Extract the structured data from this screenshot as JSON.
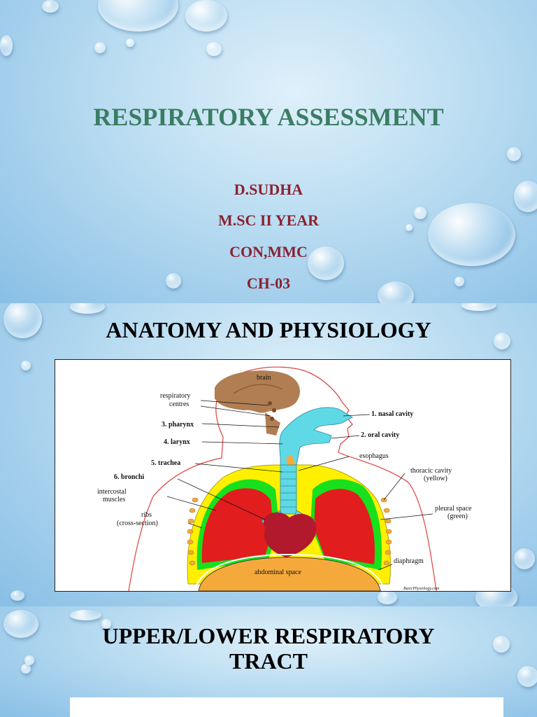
{
  "slide1": {
    "title": "RESPIRATORY ASSESSMENT",
    "lines": [
      "D.SUDHA",
      "M.SC II YEAR",
      "CON,MMC",
      "CH-03"
    ]
  },
  "slide2": {
    "title": "ANATOMY AND PHYSIOLOGY",
    "diagram": {
      "labels": {
        "brain": "brain",
        "respiratory_centres_1": "respiratory",
        "respiratory_centres_2": "centres",
        "pharynx": "3. pharynx",
        "larynx": "4. larynx",
        "trachea": "5. trachea",
        "bronchi": "6. bronchi",
        "intercostal_1": "intercostal",
        "intercostal_2": "muscles",
        "ribs_1": "ribs",
        "ribs_2": "(cross-section)",
        "nasal_cavity": "1. nasal cavity",
        "oral_cavity": "2. oral cavity",
        "esophagus": "esophagus",
        "thoracic_1": "thoracic cavity",
        "thoracic_2": "(yellow)",
        "pleural_1": "pleural space",
        "pleural_2": "(green)",
        "diaphragm": "diaphragm",
        "abdominal": "abdominal space",
        "credit": "BasicPhysiology.com"
      }
    }
  },
  "slide3": {
    "title_line1": "UPPER/LOWER RESPIRATORY",
    "title_line2": "TRACT"
  },
  "colors": {
    "title_green": "#3a7d63",
    "subtitle_maroon": "#8a2232",
    "lung_red": "#e11d1d",
    "heart": "#b3192c",
    "airway_cyan": "#5fd9e6",
    "pleural_green": "#18e01c",
    "thoracic_yellow": "#fff000",
    "brain_tan": "#b07e52",
    "abdomen_orange": "#f6a93b"
  }
}
